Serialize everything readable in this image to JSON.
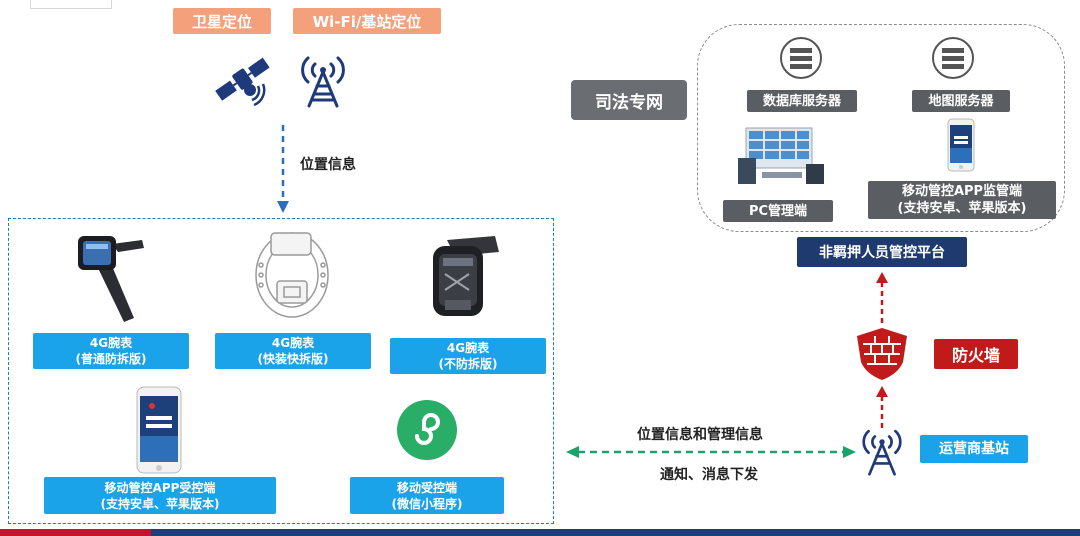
{
  "positioning": {
    "satellite_label": "卫星定位",
    "wifi_label": "Wi-Fi/基站定位",
    "location_info_label": "位置信息"
  },
  "devices": {
    "watch1": {
      "line1": "4G腕表",
      "line2": "(普通防拆版)"
    },
    "watch2": {
      "line1": "4G腕表",
      "line2": "(快装快拆版)"
    },
    "watch3": {
      "line1": "4G腕表",
      "line2": "(不防拆版)"
    },
    "app_controlled": {
      "line1": "移动管控APP受控端",
      "line2": "(支持安卓、苹果版本)"
    },
    "miniprogram": {
      "line1": "移动受控端",
      "line2": "(微信小程序)"
    }
  },
  "network": {
    "judicial_network": "司法专网",
    "db_server": "数据库服务器",
    "map_server": "地图服务器",
    "pc_client": "PC管理端",
    "app_supervisor": {
      "line1": "移动管控APP监管端",
      "line2": "(支持安卓、苹果版本)"
    },
    "platform": "非羁押人员管控平台",
    "firewall": "防火墙",
    "base_station": "运营商基站"
  },
  "communication": {
    "top_label": "位置信息和管理信息",
    "bottom_label": "通知、消息下发"
  },
  "colors": {
    "orange_tag": "#f4a07a",
    "blue_tag": "#1aa3e8",
    "navy": "#1e3a6e",
    "firewall_red": "#c01a1a",
    "green_link": "#1aa36a",
    "gray_tag": "#5a5e63"
  }
}
